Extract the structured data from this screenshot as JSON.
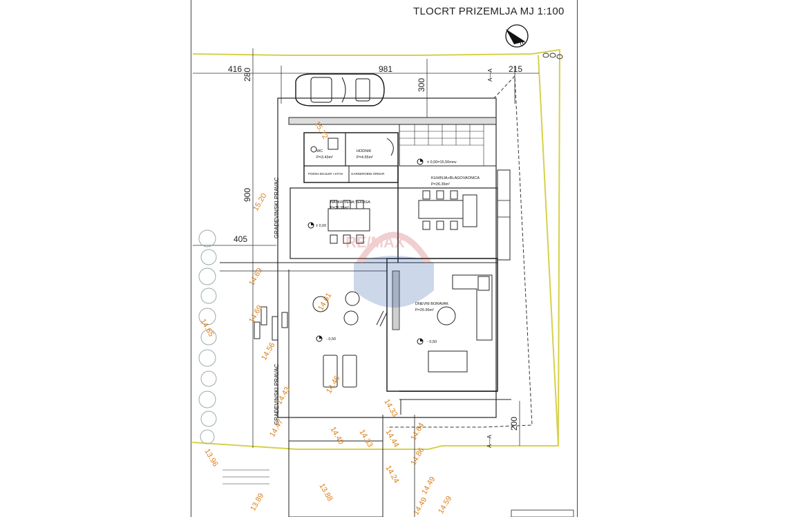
{
  "drawing": {
    "title": "TLOCRT PRIZEMLJA  MJ 1:100",
    "watermark": "RE/MAX",
    "north_label": "S",
    "section_marks": [
      "A—A",
      "A—A"
    ]
  },
  "dimensions": [
    {
      "key": "top_left",
      "text": "416"
    },
    {
      "key": "top_mid",
      "text": "981"
    },
    {
      "key": "top_right",
      "text": "215"
    },
    {
      "key": "left_vert_top",
      "text": "280"
    },
    {
      "key": "car_vert",
      "text": "300"
    },
    {
      "key": "left_vert",
      "text": "900"
    },
    {
      "key": "left_horiz",
      "text": "405"
    },
    {
      "key": "bottom_right_vert",
      "text": "200"
    }
  ],
  "building_lines": [
    "GRAĐEVINSKI PRAVAC",
    "GRAĐEVINSKI PRAVAC"
  ],
  "rooms": [
    {
      "key": "wc",
      "name": "WC",
      "area": "P=3.43m²"
    },
    {
      "key": "hall",
      "name": "HODNIK",
      "area": "P=4.55m²"
    },
    {
      "key": "storage1",
      "name": "PODNA BOJLER I STAN",
      "area": ""
    },
    {
      "key": "storage2",
      "name": "GARDEROBNI ORMAR",
      "area": ""
    },
    {
      "key": "terrace",
      "name": "NATKRIVENA TERASA",
      "area": "P=35.95m²"
    },
    {
      "key": "kitchen",
      "name": "KUHINJA+BLAGOVAONICA",
      "area": "P=26.36m²"
    },
    {
      "key": "living",
      "name": "DNEVNI BORAVAK",
      "area": "P=25.96m²"
    }
  ],
  "levels": [
    {
      "key": "entry",
      "text": "± 0,00=15,50mnv"
    },
    {
      "key": "terrace",
      "text": "± 0,00"
    },
    {
      "key": "garden",
      "text": "- 0,50"
    },
    {
      "key": "living",
      "text": "- 0,50"
    }
  ],
  "elevations": [
    "15.72",
    "15.20",
    "14.69",
    "14.69",
    "14.65",
    "14.56",
    "14.61",
    "14.43",
    "14.46",
    "14.33",
    "14.47",
    "14.40",
    "14.33",
    "14.44",
    "14.64",
    "13.96",
    "14.24",
    "14.86",
    "13.89",
    "13.88",
    "14.49",
    "14.59",
    "14.49"
  ]
}
